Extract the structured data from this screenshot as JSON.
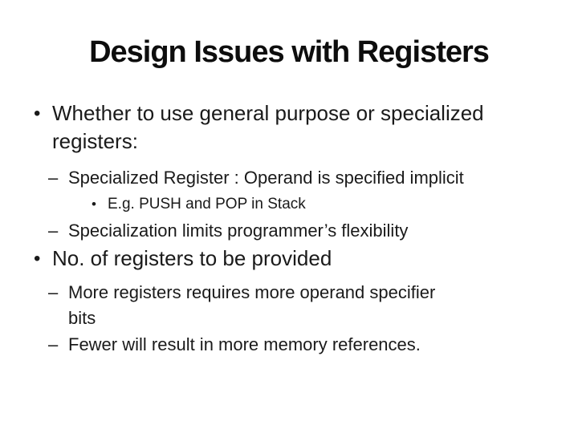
{
  "slide": {
    "title": "Design Issues with Registers",
    "colors": {
      "background": "#ffffff",
      "title_text": "#0d0d0d",
      "body_text": "#1a1a1a"
    },
    "bullets": [
      {
        "level": 1,
        "marker": "•",
        "lines": [
          "Whether to use general purpose or specialized",
          "registers:"
        ]
      },
      {
        "level": 2,
        "marker": "–",
        "lines": [
          "Specialized Register : Operand is specified implicit"
        ]
      },
      {
        "level": 3,
        "marker": "•",
        "lines": [
          "E.g. PUSH and POP in Stack"
        ]
      },
      {
        "level": 2,
        "marker": "–",
        "lines": [
          "Specialization limits programmer’s flexibility"
        ]
      },
      {
        "level": 1,
        "marker": "•",
        "lines": [
          "No. of registers to be provided"
        ]
      },
      {
        "level": 2,
        "marker": "–",
        "lines": [
          "More registers requires more operand specifier",
          "bits"
        ]
      },
      {
        "level": 2,
        "marker": "–",
        "lines": [
          "Fewer will result in more memory references."
        ]
      }
    ]
  }
}
